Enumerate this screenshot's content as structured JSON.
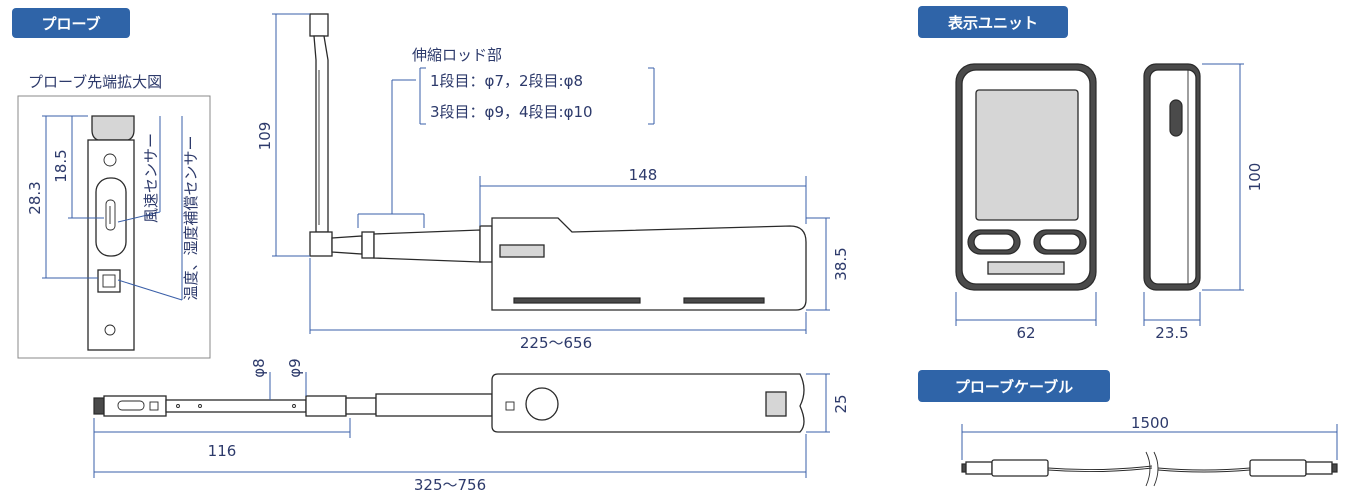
{
  "sections": {
    "probe": "プローブ",
    "display_unit": "表示ユニット",
    "probe_cable": "プローブケーブル"
  },
  "detail": {
    "title": "プローブ先端拡大図",
    "dim_outer": "28.3",
    "dim_inner": "18.5",
    "wind_sensor": "風速センサー",
    "temp_sensor": "温度、湿度補償センサー"
  },
  "rod": {
    "title": "伸縮ロッド部",
    "line1": "1段目：φ7，2段目:φ8",
    "line2": "3段目：φ9，4段目:φ10"
  },
  "probe_dims": {
    "height": "109",
    "body_length": "148",
    "body_height": "38.5",
    "total_bent": "225～656",
    "dia_a": "φ8",
    "dia_b": "φ9",
    "thickness": "25",
    "tip_length": "116",
    "total_straight": "325～756"
  },
  "unit_dims": {
    "width": "62",
    "depth": "23.5",
    "height": "100"
  },
  "cable_dims": {
    "length": "1500"
  }
}
